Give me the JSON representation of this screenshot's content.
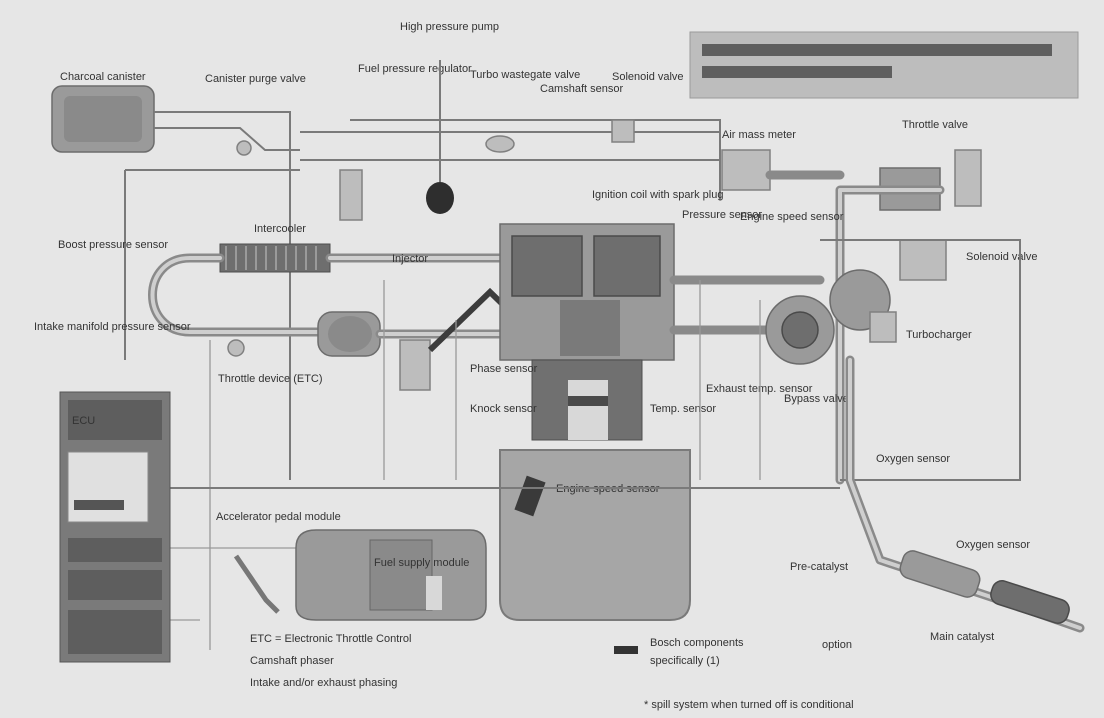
{
  "title_box": {
    "line1": "",
    "line2": ""
  },
  "labels": {
    "charcoal_canister": "Charcoal canister",
    "canister_purge_valve": "Canister purge valve",
    "fuel_pressure_regulator": "Fuel pressure regulator",
    "high_pressure_pump": "High pressure pump",
    "turbo_wastegate_valve": "Turbo wastegate valve",
    "camshaft_sensor": "Camshaft sensor",
    "solenoid_valve": "Solenoid valve",
    "air_mass_meter": "Air mass meter",
    "throttle_valve": "Throttle valve",
    "ignition_coil": "Ignition coil with spark plug",
    "pressure_sensor": "Pressure sensor",
    "engine_speed_sensor": "Engine speed sensor",
    "boost_pressure_sensor": "Boost pressure sensor",
    "intake_manifold_pressure_sensor": "Intake manifold pressure sensor",
    "throttle_device": "Throttle device (ETC)",
    "intercooler": "Intercooler",
    "injector": "Injector",
    "phase_sensor": "Phase sensor",
    "knock_sensor": "Knock sensor",
    "temp_sensor": "Temp. sensor",
    "exhaust_temp_sensor": "Exhaust temp. sensor",
    "bypass_valve": "Bypass valve",
    "turbocharger": "Turbocharger",
    "oxygen_sensor_1": "Oxygen sensor",
    "oxygen_sensor_2": "Oxygen sensor",
    "pre_catalyst": "Pre-catalyst",
    "main_catalyst": "Main catalyst",
    "accelerator_pedal_module": "Accelerator pedal module",
    "fuel_supply_module": "Fuel supply module",
    "ecu": "ECU",
    "legend_line1": "ETC = Electronic Throttle Control",
    "legend_line2": "Camshaft phaser",
    "legend_line3": "Intake and/or exhaust phasing",
    "legend_key_line1": "Bosch components",
    "legend_key_line2": "specifically (1)",
    "legend_key_side": "option",
    "footnote": "* spill system when turned off is conditional"
  },
  "colors": {
    "background": "#e6e6e6",
    "component": "#9a9a9a",
    "component_dark": "#6e6e6e",
    "title_box": "#bdbdbd"
  },
  "icons": [
    "engine-block-icon",
    "turbocharger-icon",
    "catalyst-icon",
    "intercooler-icon",
    "ecu-icon",
    "fuel-tank-icon",
    "charcoal-canister-icon",
    "sensor-icon"
  ]
}
